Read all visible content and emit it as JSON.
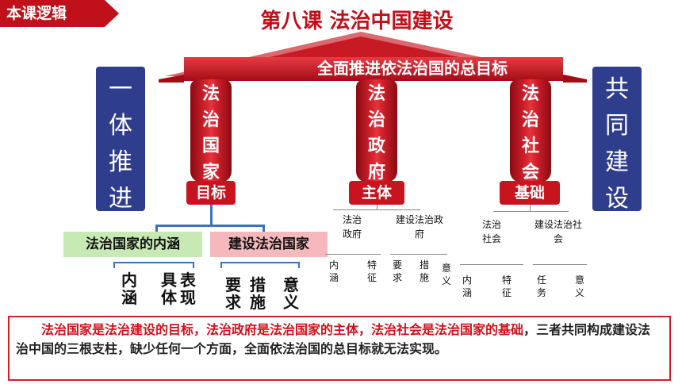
{
  "header": {
    "tag": "本课逻辑",
    "title": "第八课 法治中国建设"
  },
  "roof": {
    "text": "全面推进依法治国的总目标"
  },
  "sides": {
    "left": "一体推进",
    "right": "共同建设"
  },
  "pillars": [
    {
      "name": "法治国家",
      "plaque": "目标"
    },
    {
      "name": "法治政府",
      "plaque": "主体"
    },
    {
      "name": "法治社会",
      "plaque": "基础"
    }
  ],
  "country": {
    "box1": "法治国家的内涵",
    "box2": "建设法治国家",
    "sub1": [
      "内涵",
      "具体",
      "表现"
    ],
    "sub2": [
      "要求",
      "措施",
      "意义"
    ]
  },
  "government": {
    "g1": "法治政府",
    "g2": "建设法治政府",
    "leaves": [
      "内涵",
      "特征",
      "要求",
      "措施",
      "意义"
    ]
  },
  "society": {
    "g1": "法治社会",
    "g2": "建设法治社会",
    "leaves": [
      "内涵",
      "特征",
      "任务",
      "意义"
    ]
  },
  "summary": {
    "red1": "法治国家是法治建设的目标，法治政府是法治国家的主体，法治社会是法治国家的基础",
    "rest": "，三者共同构成建设法治中国的三根支柱，缺少任何一个方面，全面依法治国的总目标就无法实现。"
  },
  "colors": {
    "red": "#c0101a",
    "blue": "#2e3d8c"
  }
}
